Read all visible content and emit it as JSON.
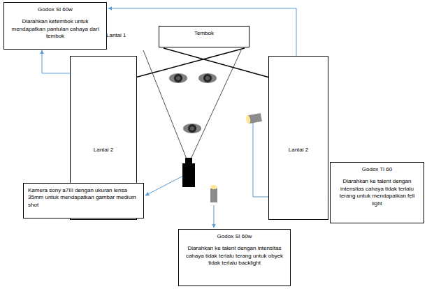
{
  "diagram": {
    "nodes": [
      {
        "text": [
          "Godox Sl 60w",
          "Diarahkan ketembok untuk mendapatkan pantulan cahaya dari tembok"
        ]
      },
      {
        "text": [
          "Tembok"
        ]
      },
      {
        "text": [
          "Lantai 2"
        ]
      },
      {
        "text": [
          "Lantai 2"
        ]
      },
      {
        "text": [
          "Godox Tl 60",
          "Diarahkan ke talent dengan intensitas cahaya tidak terlalu terang untuk mendapatkan fell light"
        ]
      },
      {
        "text": [
          "Kamera sony a7III dengan ukuran lensa 35mm untuk mendapatkan gambar medium shot"
        ]
      },
      {
        "text": [
          "Godox Sl 60w",
          "Diarahkan ke talent dengan intensitas cahaya tidak terlalu terang untuk obyek tidak terlalu backlight"
        ]
      }
    ],
    "labels": [
      "Lantai 1"
    ]
  }
}
